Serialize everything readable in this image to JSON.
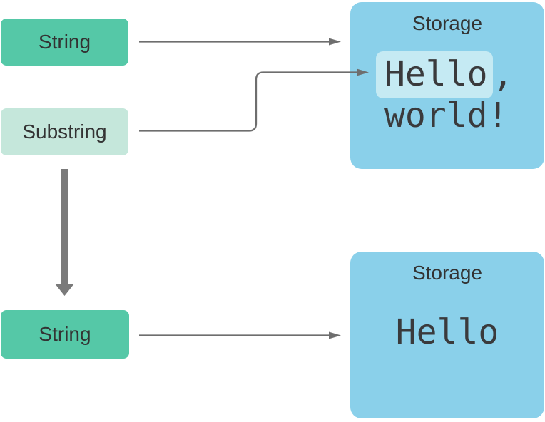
{
  "colors": {
    "background": "#ffffff",
    "string-box": "#55C8A7",
    "substring-box": "#C5E7DB",
    "storage-box": "#8AD0EA",
    "highlight": "#C5EAF3",
    "arrow": "#6E6E6E",
    "thick-arrow": "#7A7A7A",
    "label-text": "#333333",
    "mono-text": "#3A3A3C"
  },
  "boxes": {
    "string_top": {
      "label": "String"
    },
    "substring": {
      "label": "Substring"
    },
    "string_bottom": {
      "label": "String"
    }
  },
  "storage_top": {
    "title": "Storage",
    "highlighted_text": "Hello",
    "line1_rest": ",",
    "line2": "world!"
  },
  "storage_bottom": {
    "title": "Storage",
    "content": "Hello"
  }
}
